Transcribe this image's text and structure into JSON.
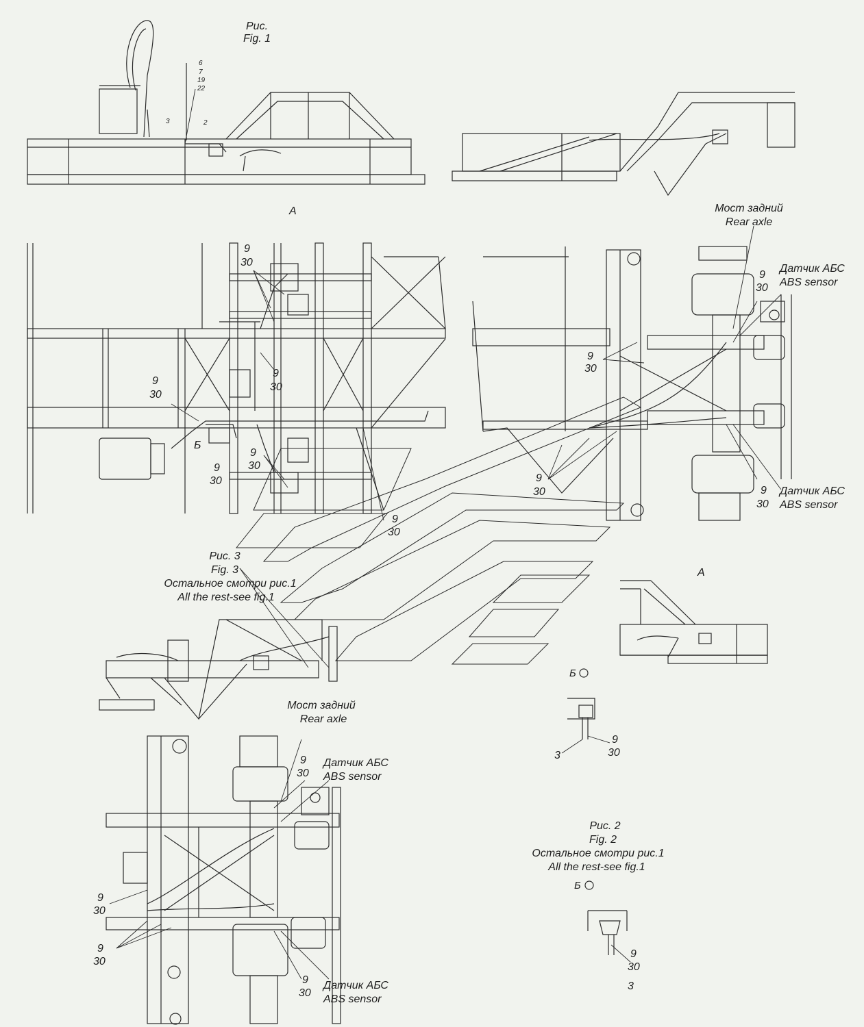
{
  "fig1": {
    "title_ru": "Рис.",
    "title_en": "Fig. 1"
  },
  "section_a_main": "A",
  "section_a_detail": "A",
  "fig3": {
    "title_ru": "Рис. 3",
    "title_en": "Fig. 3",
    "note_ru": "Остальное смотри рис.1",
    "note_en": "All the rest-see fig.1"
  },
  "fig2": {
    "title_ru": "Рис. 2",
    "title_en": "Fig. 2",
    "note_ru": "Остальное смотри рис.1",
    "note_en": "All the rest-see fig.1"
  },
  "rear_axle": {
    "ru": "Мост задний",
    "en": "Rear axle"
  },
  "abs_sensor": {
    "ru": "Датчик АБС",
    "en": "ABS sensor"
  },
  "view_b": "Б",
  "part_refs": [
    "6",
    "7",
    "19",
    "22",
    "3",
    "2",
    "9",
    "30"
  ]
}
